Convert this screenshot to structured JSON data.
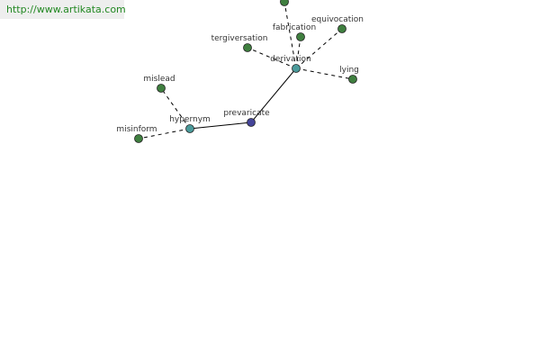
{
  "site_link": "http://www.artikata.com",
  "graph": {
    "nodes": [
      {
        "id": "prevaricate",
        "label": "prevaricate",
        "kind": "center",
        "color": "#444499"
      },
      {
        "id": "hypernym",
        "label": "hypernym",
        "kind": "relation",
        "color": "#4a9a9a"
      },
      {
        "id": "derivation",
        "label": "derivation",
        "kind": "relation",
        "color": "#4a9a9a"
      },
      {
        "id": "mislead",
        "label": "mislead",
        "kind": "word",
        "color": "#3f7f3f"
      },
      {
        "id": "misinform",
        "label": "misinform",
        "kind": "word",
        "color": "#3f7f3f"
      },
      {
        "id": "tergiversation",
        "label": "tergiversation",
        "kind": "word",
        "color": "#3f7f3f"
      },
      {
        "id": "fabrication",
        "label": "fabrication",
        "kind": "word",
        "color": "#3f7f3f"
      },
      {
        "id": "equivocation",
        "label": "equivocation",
        "kind": "word",
        "color": "#3f7f3f"
      },
      {
        "id": "lying",
        "label": "lying",
        "kind": "word",
        "color": "#3f7f3f"
      },
      {
        "id": "top-node",
        "label": "",
        "kind": "word",
        "color": "#3f7f3f"
      }
    ],
    "edges": [
      {
        "from": "prevaricate",
        "to": "hypernym",
        "style": "solid"
      },
      {
        "from": "prevaricate",
        "to": "derivation",
        "style": "solid"
      },
      {
        "from": "hypernym",
        "to": "mislead",
        "style": "dashed"
      },
      {
        "from": "hypernym",
        "to": "misinform",
        "style": "dashed"
      },
      {
        "from": "derivation",
        "to": "tergiversation",
        "style": "dashed"
      },
      {
        "from": "derivation",
        "to": "fabrication",
        "style": "dashed"
      },
      {
        "from": "derivation",
        "to": "equivocation",
        "style": "dashed"
      },
      {
        "from": "derivation",
        "to": "lying",
        "style": "dashed"
      },
      {
        "from": "derivation",
        "to": "top-node",
        "style": "dashed"
      }
    ]
  }
}
